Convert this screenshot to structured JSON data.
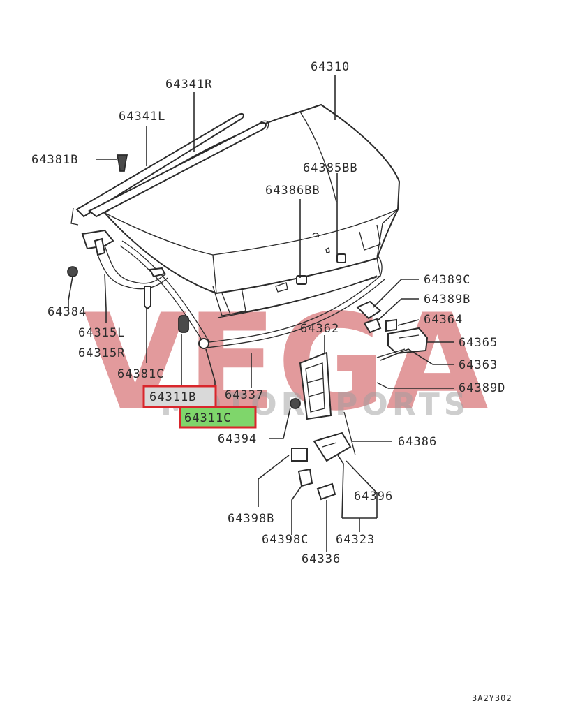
{
  "diagram": {
    "labels": {
      "p64310": "64310",
      "p64341R": "64341R",
      "p64341L": "64341L",
      "p64381B": "64381B",
      "p64385BB": "64385BB",
      "p64386BB": "64386BB",
      "p64384": "64384",
      "p64315L": "64315L",
      "p64315R": "64315R",
      "p64381C": "64381C",
      "p64311B": "64311B",
      "p64311C": "64311C",
      "p64337": "64337",
      "p64362": "64362",
      "p64389C": "64389C",
      "p64389B": "64389B",
      "p64364": "64364",
      "p64365": "64365",
      "p64363": "64363",
      "p64389D": "64389D",
      "p64394": "64394",
      "p64386": "64386",
      "p64396": "64396",
      "p64398B": "64398B",
      "p64398C": "64398C",
      "p64323": "64323",
      "p64336": "64336",
      "figure_code": "3A2Y302"
    },
    "highlights": {
      "p64311B": {
        "border_color": "#d9262c",
        "fill_color": "#d9d9d9"
      },
      "p64311C": {
        "border_color": "#d9262c",
        "fill_color": "#7fd66b"
      }
    }
  },
  "watermark": {
    "brand": "VEGA",
    "sub": "MOTORSPORTS",
    "brand_color": "#c1272d",
    "sub_color": "#8c8c8c"
  }
}
